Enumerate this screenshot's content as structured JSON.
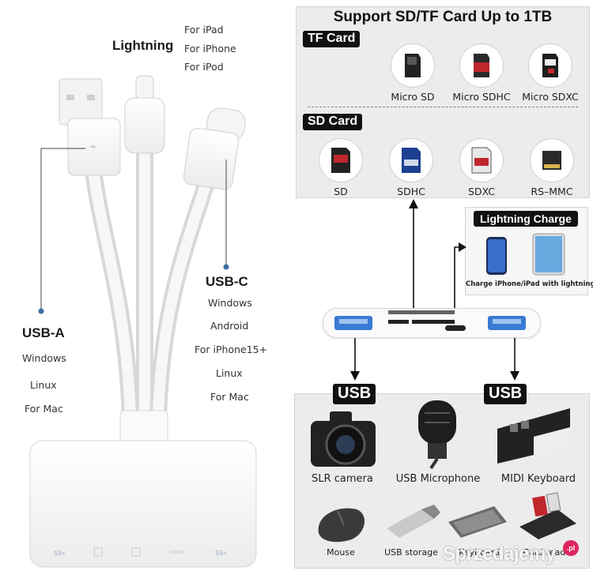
{
  "left": {
    "lightning_title": "Lightning",
    "lightning_for": [
      "For iPad",
      "For iPhone",
      "For iPod"
    ],
    "usb_a_title": "USB-A",
    "usb_a_list": [
      "Windows",
      "Linux",
      "For Mac"
    ],
    "usb_c_title": "USB-C",
    "usb_c_list": [
      "Windows",
      "Android",
      "For iPhone15+",
      "Linux",
      "For Mac"
    ]
  },
  "sd_panel": {
    "title": "Support SD/TF Card Up to 1TB",
    "tf_tag": "TF Card",
    "tf_cards": [
      "Micro SD",
      "Micro SDHC",
      "Micro SDXC"
    ],
    "sd_tag": "SD Card",
    "sd_cards": [
      "SD",
      "SDHC",
      "SDXC",
      "RS–MMC"
    ]
  },
  "charge_panel": {
    "title": "Lightning Charge",
    "subtitle": "Charge iPhone/iPad with lightning"
  },
  "usb_tags": [
    "USB",
    "USB"
  ],
  "devices": {
    "row1": [
      "SLR camera",
      "USB Microphone",
      "MIDI Keyboard"
    ],
    "row2": [
      "Mouse",
      "USB storage",
      "Keyboard",
      "Card reader"
    ]
  },
  "watermark": "Sprzedajemy",
  "watermark_badge": ".pl"
}
